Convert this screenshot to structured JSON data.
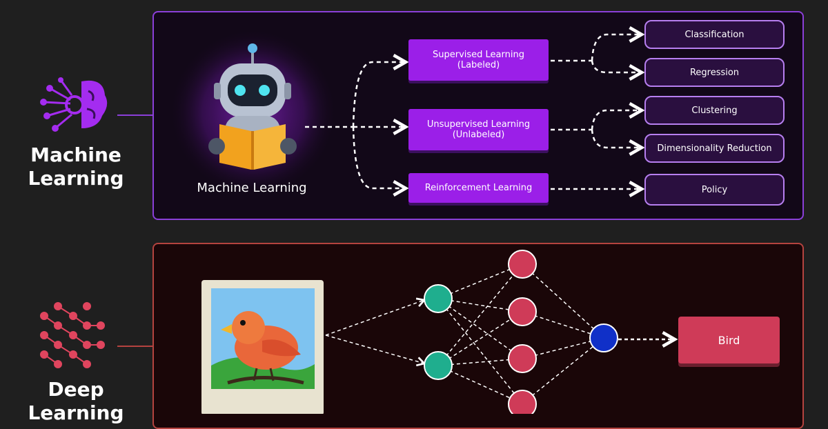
{
  "sections": {
    "ml": {
      "title_line1": "Machine",
      "title_line2": "Learning",
      "caption": "Machine Learning",
      "branches": [
        {
          "line1": "Supervised Learning",
          "line2": "(Labeled)"
        },
        {
          "line1": "Unsupervised Learning",
          "line2": "(Unlabeled)"
        },
        {
          "line1": "Reinforcement Learning",
          "line2": ""
        }
      ],
      "leaves": [
        "Classification",
        "Regression",
        "Clustering",
        "Dimensionality Reduction",
        "Policy"
      ]
    },
    "dl": {
      "title_line1": "Deep",
      "title_line2": "Learning",
      "output": "Bird"
    }
  },
  "colors": {
    "ml_accent": "#9b1fe8",
    "dl_accent": "#cf3b58",
    "dl_input_node": "#1fae8e",
    "dl_hidden_node": "#cf3b58",
    "dl_output_node": "#1030c8"
  },
  "icons": {
    "ml": "brain-network-icon",
    "dl": "neural-network-icon",
    "robot": "robot-reading-book",
    "input": "bird-photo"
  }
}
